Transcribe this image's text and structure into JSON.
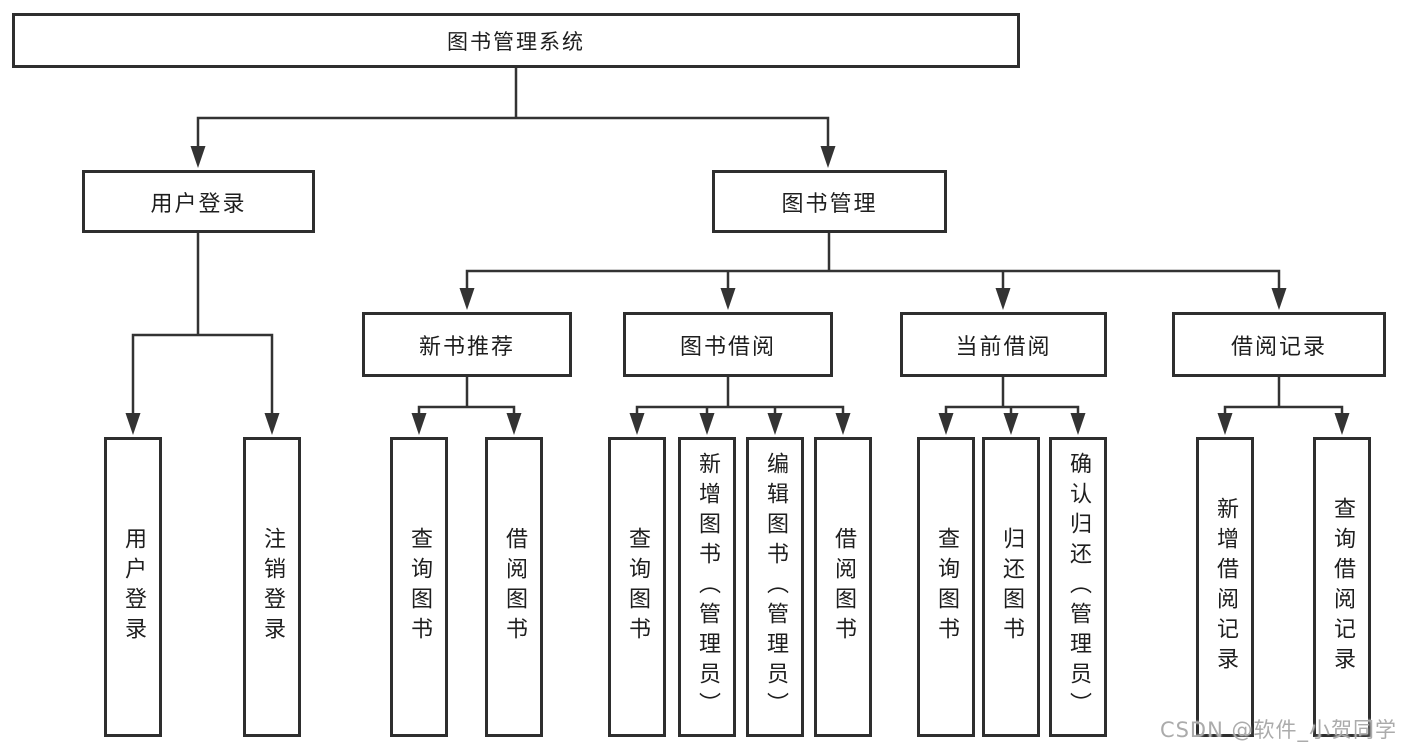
{
  "diagram": {
    "title": "图书管理系统",
    "level2": [
      {
        "label": "用户登录"
      },
      {
        "label": "图书管理"
      }
    ],
    "level3": [
      {
        "label": "新书推荐",
        "parent": "图书管理"
      },
      {
        "label": "图书借阅",
        "parent": "图书管理"
      },
      {
        "label": "当前借阅",
        "parent": "图书管理"
      },
      {
        "label": "借阅记录",
        "parent": "图书管理"
      }
    ],
    "leaves": [
      {
        "label": "用户登录",
        "parent": "用户登录"
      },
      {
        "label": "注销登录",
        "parent": "用户登录"
      },
      {
        "label": "查询图书",
        "parent": "新书推荐"
      },
      {
        "label": "借阅图书",
        "parent": "新书推荐"
      },
      {
        "label": "查询图书",
        "parent": "图书借阅"
      },
      {
        "label": "新增图书（管理员）",
        "parent": "图书借阅"
      },
      {
        "label": "编辑图书（管理员）",
        "parent": "图书借阅"
      },
      {
        "label": "借阅图书",
        "parent": "图书借阅"
      },
      {
        "label": "查询图书",
        "parent": "当前借阅"
      },
      {
        "label": "归还图书",
        "parent": "当前借阅"
      },
      {
        "label": "确认归还（管理员）",
        "parent": "当前借阅"
      },
      {
        "label": "新增借阅记录",
        "parent": "借阅记录"
      },
      {
        "label": "查询借阅记录",
        "parent": "借阅记录"
      }
    ]
  },
  "watermark": "CSDN @软件_小贺同学",
  "colors": {
    "line": "#333333",
    "border": "#2e2e2e",
    "text": "#1e1e1e",
    "background": "#ffffff",
    "watermark": "#ababab"
  }
}
